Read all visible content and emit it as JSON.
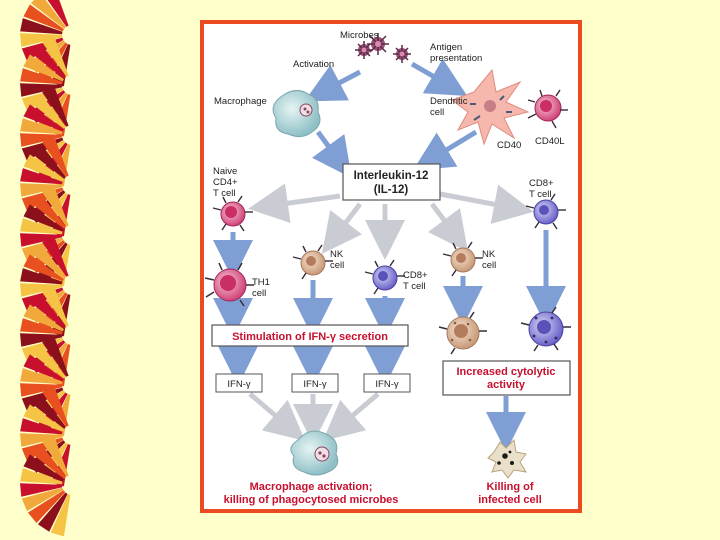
{
  "labels": {
    "microbes": "Microbes",
    "activation": "Activation",
    "antigen_presentation_1": "Antigen",
    "antigen_presentation_2": "presentation",
    "macrophage": "Macrophage",
    "dendritic_1": "Dendritic",
    "dendritic_2": "cell",
    "cd40": "CD40",
    "cd40l": "CD40L",
    "il12_1": "Interleukin-12",
    "il12_2": "(IL-12)",
    "naive_1": "Naive",
    "naive_2": "CD4+",
    "naive_3": "T cell",
    "cd8_top_1": "CD8+",
    "cd8_top_2": "T cell",
    "nk_left_1": "NK",
    "nk_left_2": "cell",
    "nk_right_1": "NK",
    "nk_right_2": "cell",
    "cd8_mid_1": "CD8+",
    "cd8_mid_2": "T cell",
    "th1_1": "TH1",
    "th1_2": "cell",
    "ifn_secretion": "Stimulation of IFN-γ secretion",
    "ifn_1": "IFN-γ",
    "ifn_2": "IFN-γ",
    "ifn_3": "IFN-γ",
    "cytolytic_1": "Increased cytolytic",
    "cytolytic_2": "activity",
    "macro_act_1": "Macrophage activation;",
    "macro_act_2": "killing of phagocytosed microbes",
    "killing_1": "Killing of",
    "killing_2": "infected cell"
  },
  "colors": {
    "background": "#ffffcc",
    "frame_border": "#ec4a21",
    "accent_text": "#c8102e",
    "arrow_blue": "#7f9fd4",
    "arrow_gray": "#c9ccd2"
  }
}
